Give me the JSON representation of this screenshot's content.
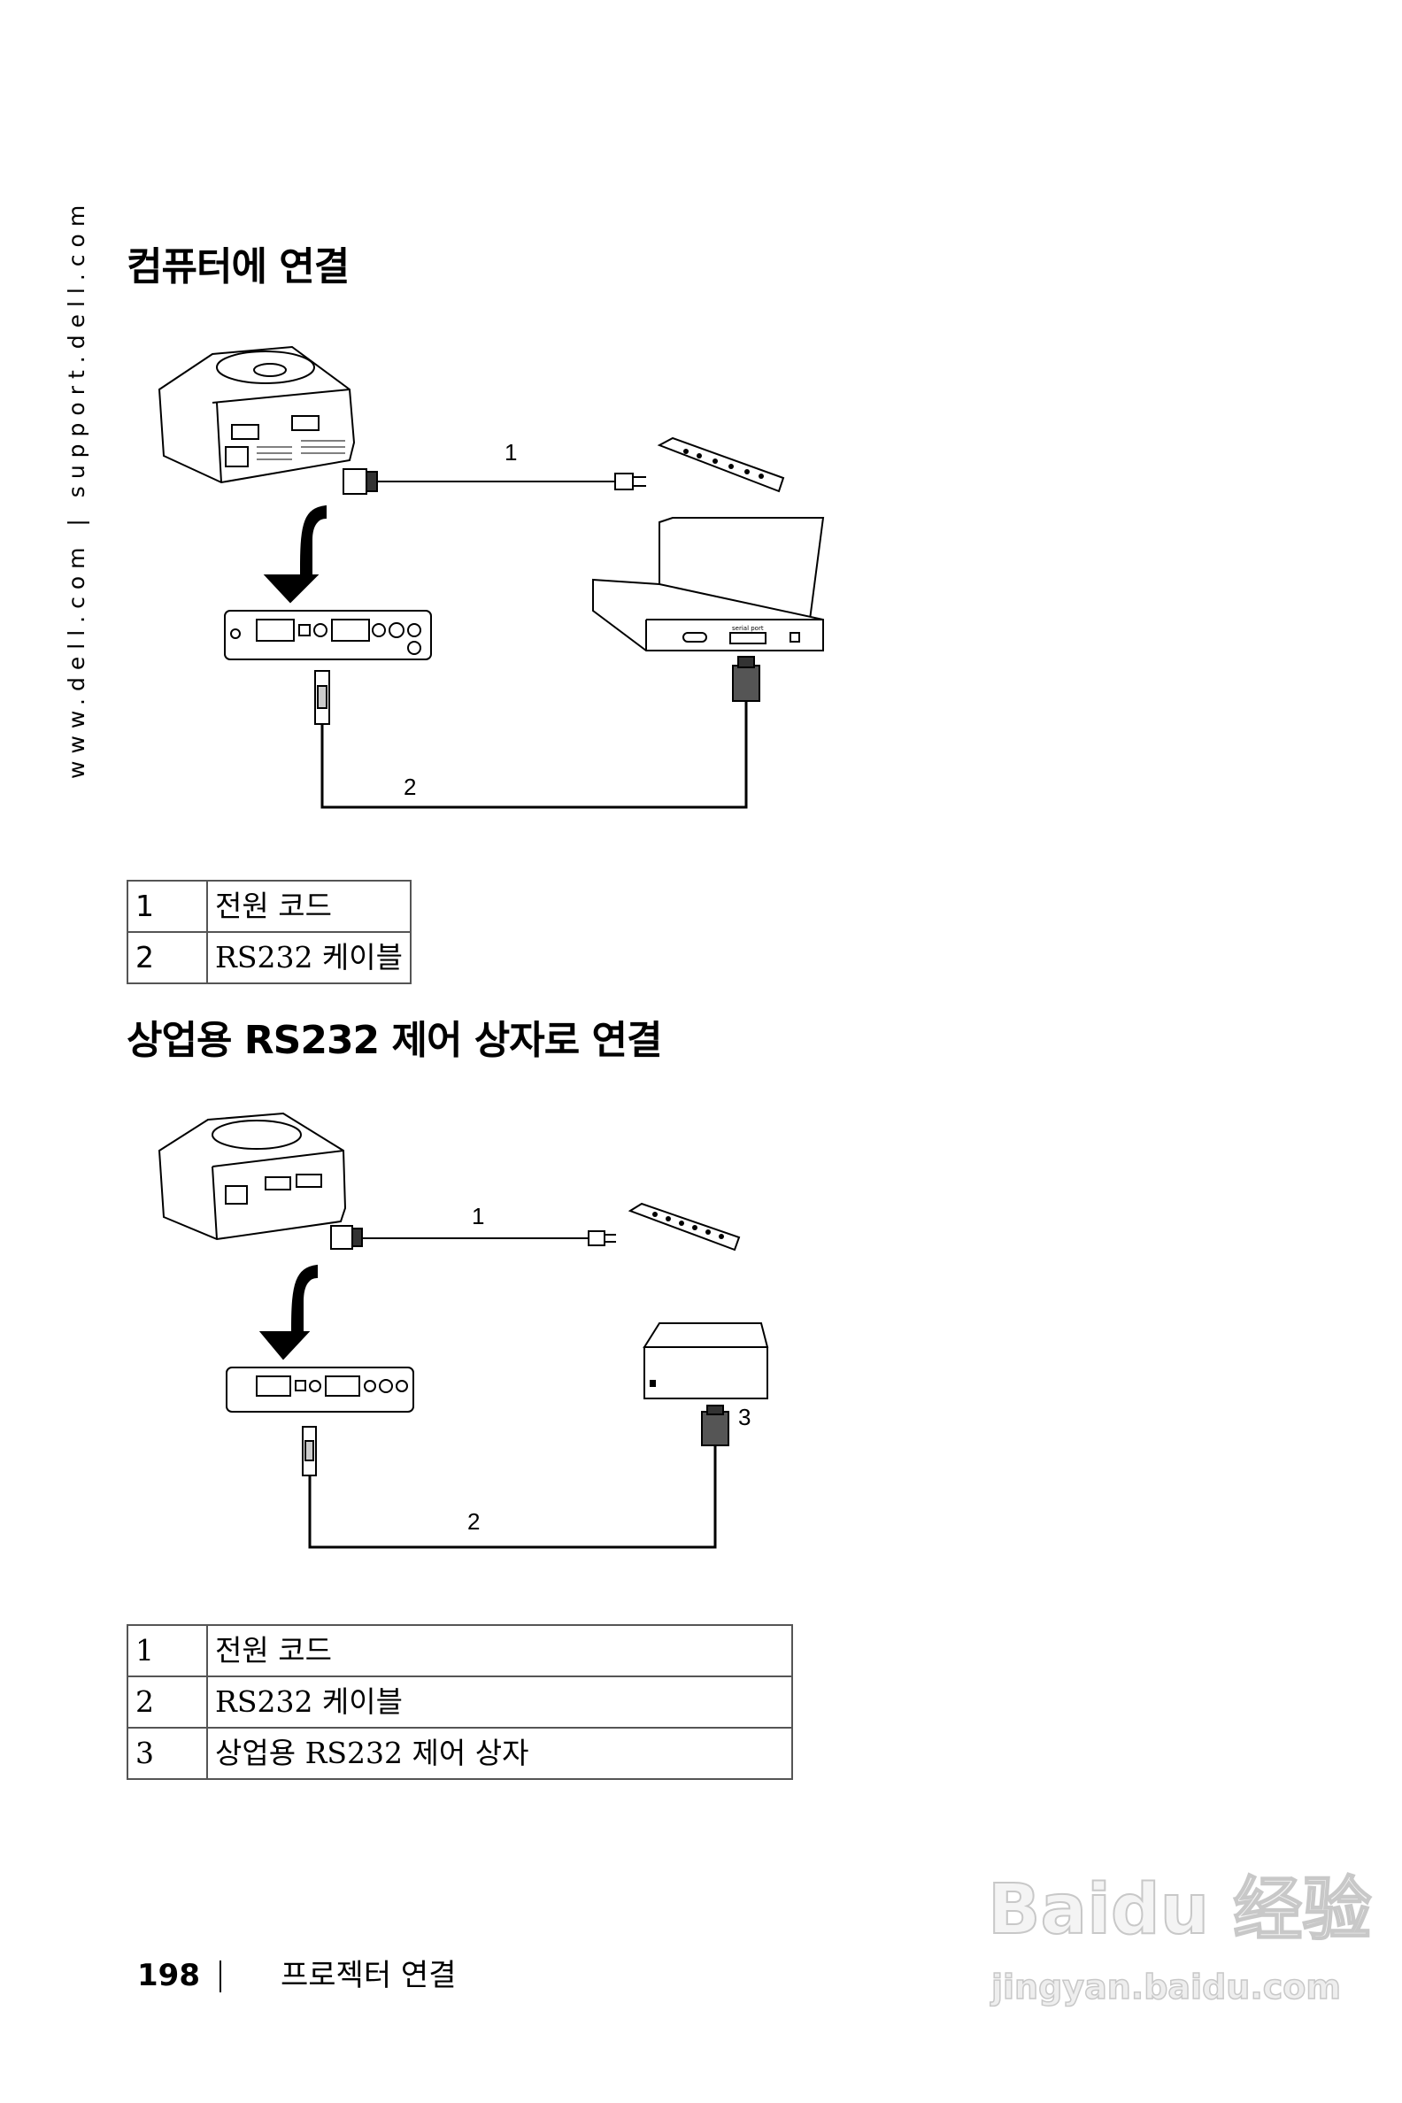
{
  "sidebar": {
    "url_text": "www.dell.com | support.dell.com"
  },
  "section1": {
    "title": "컴퓨터에 연결",
    "diagram": {
      "callout_1": "1",
      "callout_2": "2",
      "laptop_port_label": "serial port"
    },
    "legend": [
      {
        "num": "1",
        "label": "전원 코드"
      },
      {
        "num": "2",
        "label": "RS232 케이블"
      }
    ]
  },
  "section2": {
    "title": "상업용 RS232 제어 상자로 연결",
    "diagram": {
      "callout_1": "1",
      "callout_2": "2",
      "callout_3": "3"
    },
    "legend": [
      {
        "num": "1",
        "label": "전원 코드"
      },
      {
        "num": "2",
        "label": "RS232 케이블"
      },
      {
        "num": "3",
        "label": "상업용 RS232 제어 상자"
      }
    ]
  },
  "footer": {
    "page_number": "198",
    "separator": "|",
    "chapter": "프로젝터 연결"
  },
  "watermark": {
    "brand": "Baidu 经验",
    "url": "jingyan.baidu.com"
  }
}
